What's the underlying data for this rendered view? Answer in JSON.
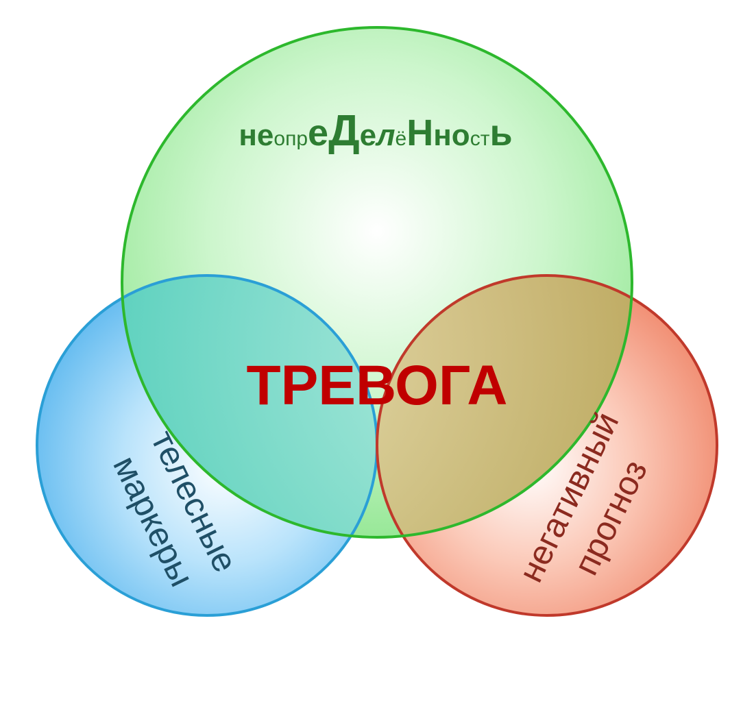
{
  "center_label": "ТРЕВОГА",
  "top_label_chars": [
    {
      "ch": "н",
      "big": false
    },
    {
      "ch": "е",
      "big": false
    },
    {
      "ch": "о",
      "big": false,
      "small": true
    },
    {
      "ch": "п",
      "big": false,
      "small": true
    },
    {
      "ch": "р",
      "big": false,
      "small": true
    },
    {
      "ch": "е",
      "big": true
    },
    {
      "ch": "Д",
      "big": true,
      "xl": true
    },
    {
      "ch": "е",
      "big": false
    },
    {
      "ch": "л",
      "big": false,
      "italic": true
    },
    {
      "ch": "ё",
      "big": false,
      "small": true
    },
    {
      "ch": "Н",
      "big": true
    },
    {
      "ch": "н",
      "big": false
    },
    {
      "ch": "о",
      "big": false
    },
    {
      "ch": "с",
      "big": false,
      "small": true
    },
    {
      "ch": "т",
      "big": false,
      "small": true
    },
    {
      "ch": "ь",
      "big": true
    }
  ],
  "left_label": {
    "line1": "телесные",
    "line2": "маркеры"
  },
  "right_label": {
    "line1": "негативный",
    "line2": "прогноз"
  },
  "colors": {
    "green": "#2db82d",
    "green_text": "#2e7d32",
    "blue": "#2a9fd6",
    "blue_text": "#1f4f66",
    "red_circle": "#c0392b",
    "red_text": "#8b2a1f",
    "center_text": "#c00000"
  }
}
